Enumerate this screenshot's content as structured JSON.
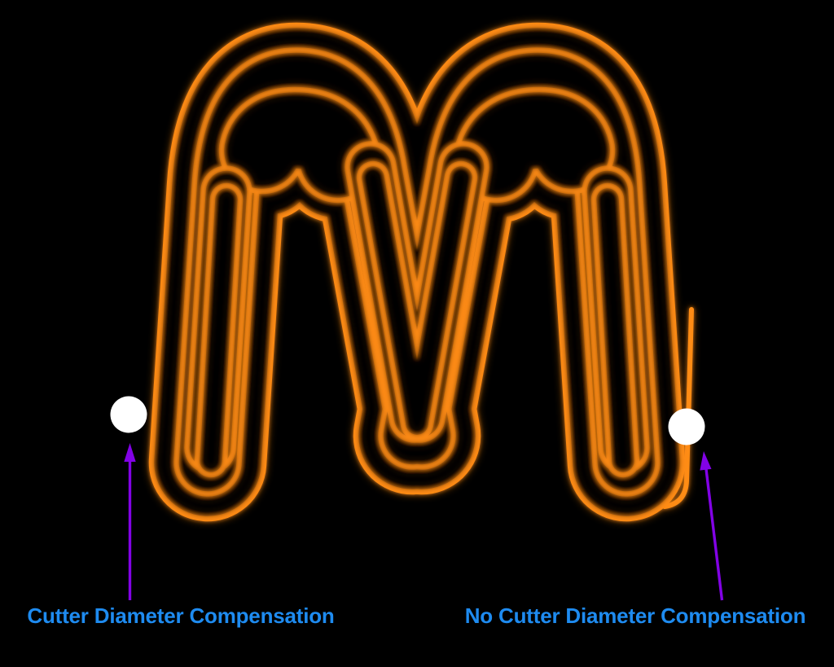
{
  "diagram": {
    "letter_shape": "M",
    "description": "CNC toolpath diagram of letter M with nested contour offsets",
    "labels": {
      "left": "Cutter Diameter Compensation",
      "right": "No Cutter Diameter Compensation"
    },
    "colors": {
      "background": "#000000",
      "toolpath_orange": "#FF8C14",
      "label_blue": "#1E8BF0",
      "arrow_purple": "#8202E6",
      "tool_dot_white": "#FFFFFF"
    }
  }
}
